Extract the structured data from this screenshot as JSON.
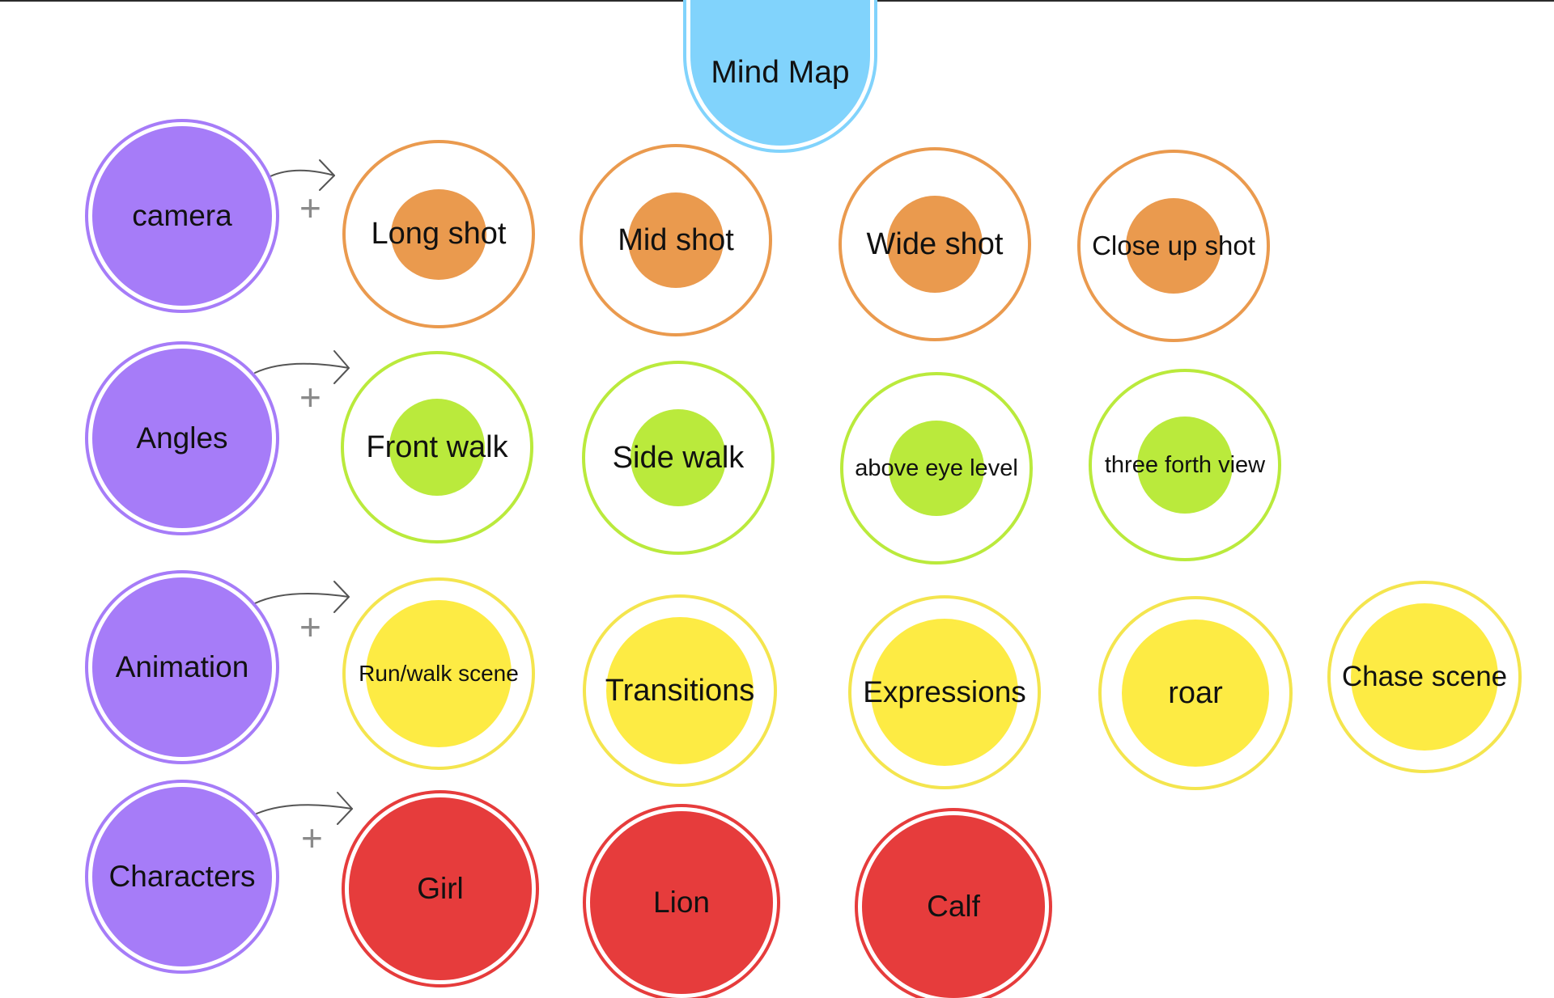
{
  "colors": {
    "root": "#81d3fc",
    "category": "#a67cf8",
    "camera": "#ea9a4e",
    "angles": "#baea3c",
    "animation": "#fdeb44",
    "animation_ring": "#f4e54e",
    "characters": "#e63c3c"
  },
  "root": {
    "label": "Mind Map"
  },
  "expand_symbol": "+",
  "rows": [
    {
      "category": "camera",
      "children": [
        "Long shot",
        "Mid shot",
        "Wide shot",
        "Close up shot"
      ]
    },
    {
      "category": "Angles",
      "children": [
        "Front walk",
        "Side walk",
        "above eye level",
        "three forth view"
      ]
    },
    {
      "category": "Animation",
      "children": [
        "Run/walk scene",
        "Transitions",
        "Expressions",
        "roar",
        "Chase scene"
      ]
    },
    {
      "category": "Characters",
      "children": [
        "Girl",
        "Lion",
        "Calf"
      ]
    }
  ]
}
